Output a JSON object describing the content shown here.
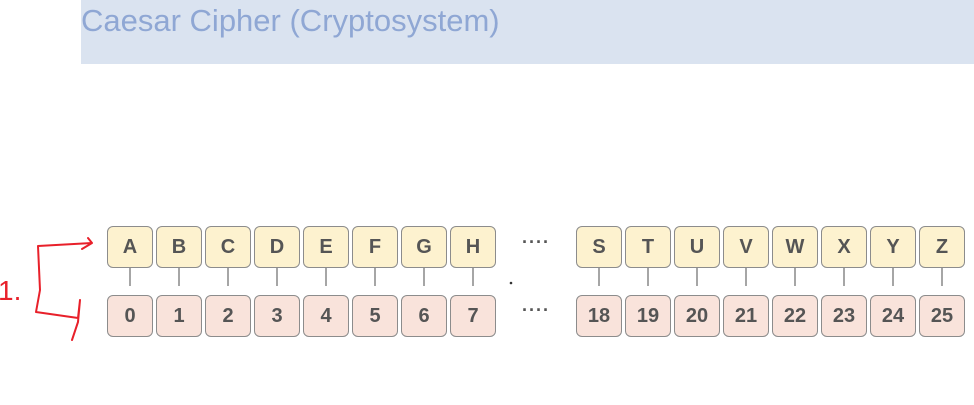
{
  "title": "Caesar Cipher (Cryptosystem)",
  "left_group": {
    "letters": [
      "A",
      "B",
      "C",
      "D",
      "E",
      "F",
      "G",
      "H"
    ],
    "numbers": [
      "0",
      "1",
      "2",
      "3",
      "4",
      "5",
      "6",
      "7"
    ]
  },
  "right_group": {
    "letters": [
      "S",
      "T",
      "U",
      "V",
      "W",
      "X",
      "Y",
      "Z"
    ],
    "numbers": [
      "18",
      "19",
      "20",
      "21",
      "22",
      "23",
      "24",
      "25"
    ]
  },
  "ellipsis": "····",
  "annotation": {
    "label": "1.",
    "ink_color": "#e8202a"
  },
  "colors": {
    "title": "#8fa7d4",
    "title_bar": "#dae3f0",
    "letter_fill": "#fdf2cf",
    "number_fill": "#f9e3db",
    "border": "#8c8c8c"
  }
}
